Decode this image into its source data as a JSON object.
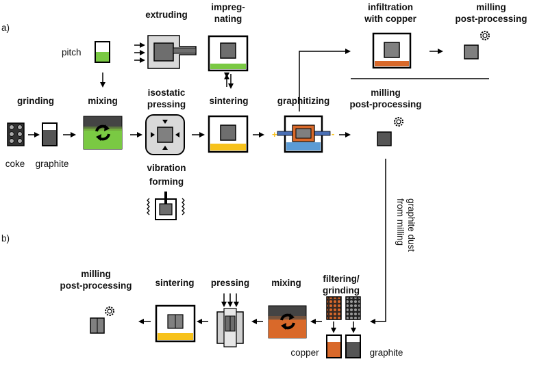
{
  "parts": {
    "a": "a)",
    "b": "b)"
  },
  "labels": {
    "extruding": "extruding",
    "impregnating_1": "impreg-",
    "impregnating_2": "nating",
    "infiltration_1": "infiltration",
    "infiltration_2": "with copper",
    "milling_top_1": "milling",
    "milling_top_2": "post-processing",
    "pitch": "pitch",
    "grinding": "grinding",
    "mixing_a": "mixing",
    "isostatic_1": "isostatic",
    "isostatic_2": "pressing",
    "sintering_a": "sintering",
    "graphitizing": "graphitizing",
    "milling_mid_1": "milling",
    "milling_mid_2": "post-processing",
    "coke": "coke",
    "graphite_a": "graphite",
    "vibration_1": "vibration",
    "vibration_2": "forming",
    "graphite_dust_1": "graphite dust",
    "graphite_dust_2": "from milling",
    "milling_b_1": "milling",
    "milling_b_2": "post-processing",
    "sintering_b": "sintering",
    "pressing_b": "pressing",
    "mixing_b": "mixing",
    "filtering_1": "filtering/",
    "filtering_2": "grinding",
    "copper": "copper",
    "graphite_b": "graphite",
    "plus": "+",
    "minus": "-"
  },
  "colors": {
    "green": "#7ac943",
    "yellow": "#f7c21b",
    "orange": "#d9692a",
    "blue": "#5b9bd5",
    "rod": "#4a6fb5",
    "dark": "#555555",
    "mid": "#7f7f7f",
    "light": "#cfcfcf",
    "stroke": "#000000"
  },
  "icons": [
    "gear-icon",
    "cycle-arrows-icon",
    "vibration-wave-icon",
    "press-arrow-icon"
  ]
}
